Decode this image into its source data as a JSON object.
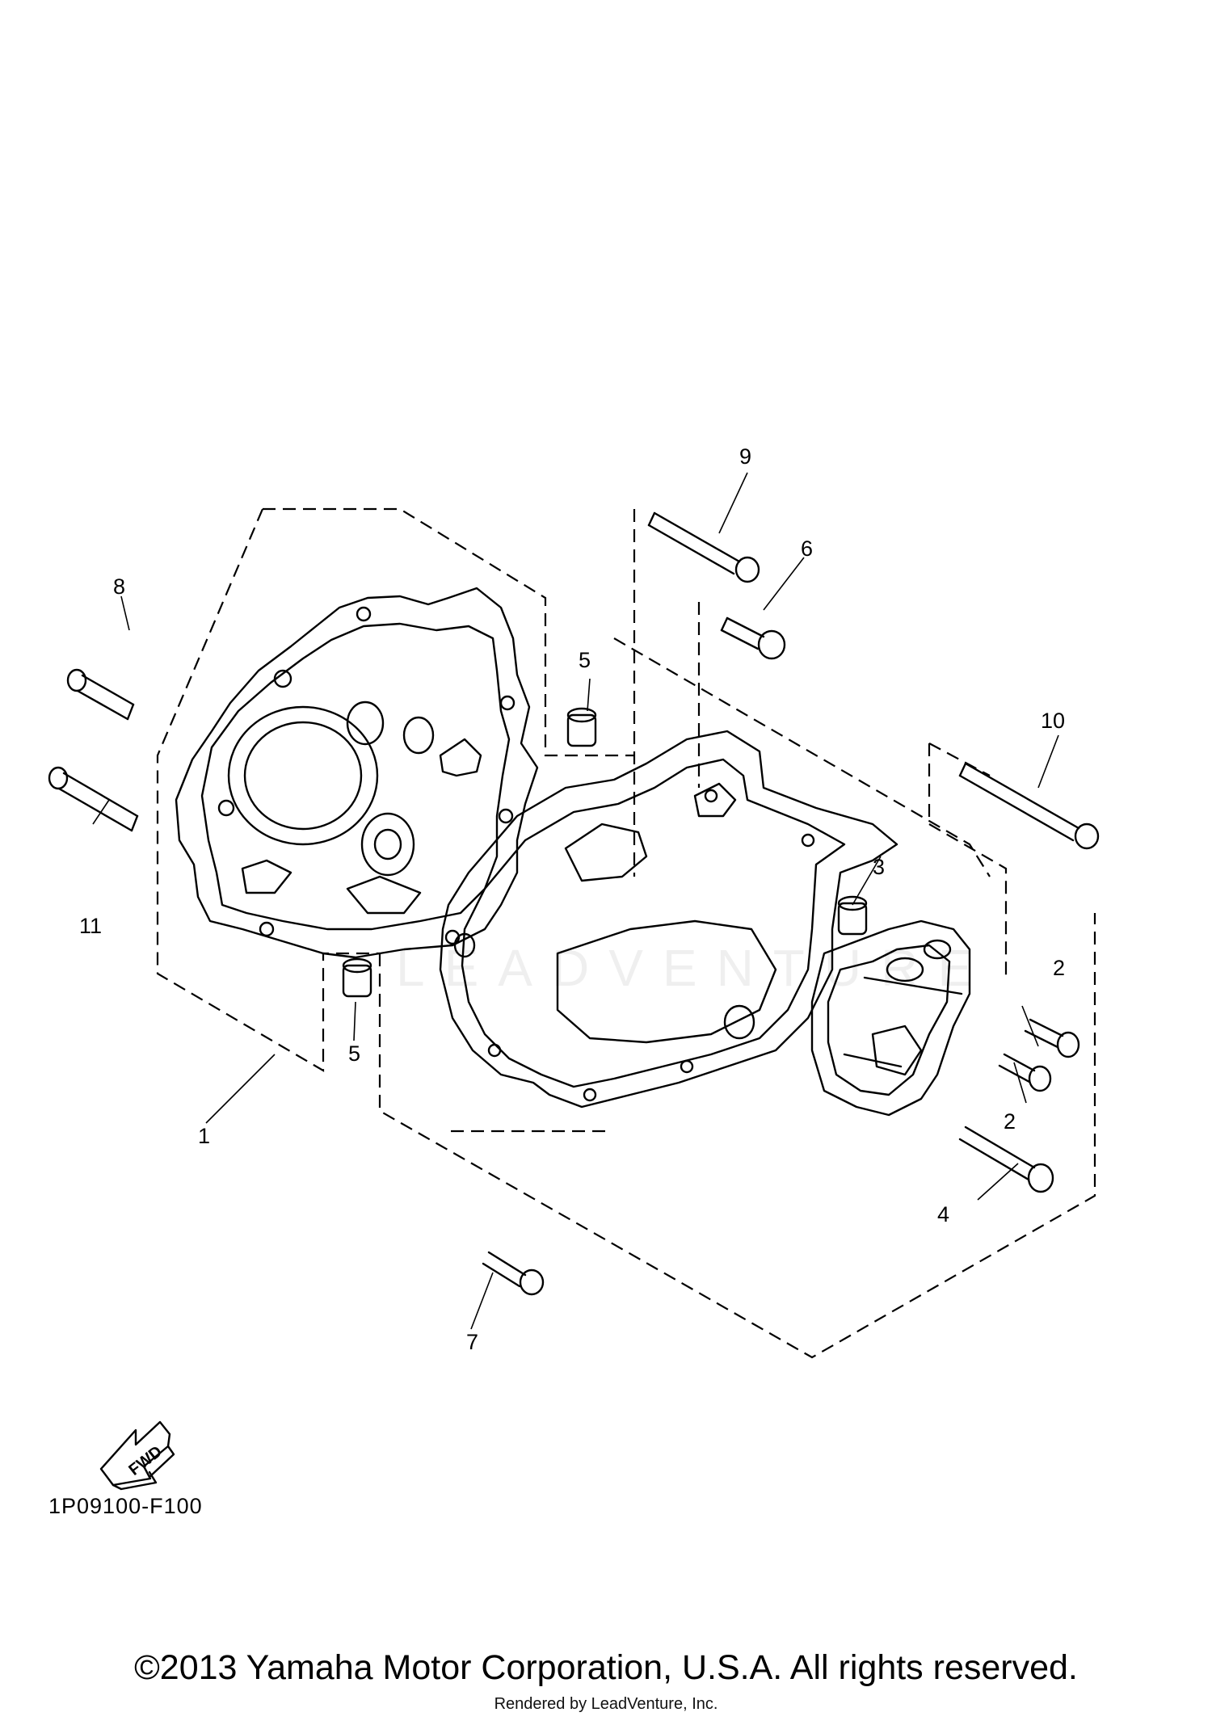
{
  "diagram": {
    "callouts": [
      "1",
      "2",
      "2",
      "3",
      "4",
      "5",
      "5",
      "6",
      "7",
      "8",
      "9",
      "10",
      "11"
    ],
    "drawing_code": "1P09100-F100",
    "fwd_arrow_label": "FWD",
    "watermark_text": "LEADVENTURE"
  },
  "footer": {
    "copyright": "©2013 Yamaha Motor Corporation, U.S.A. All rights reserved.",
    "rendered_by": "Rendered by LeadVenture, Inc."
  }
}
